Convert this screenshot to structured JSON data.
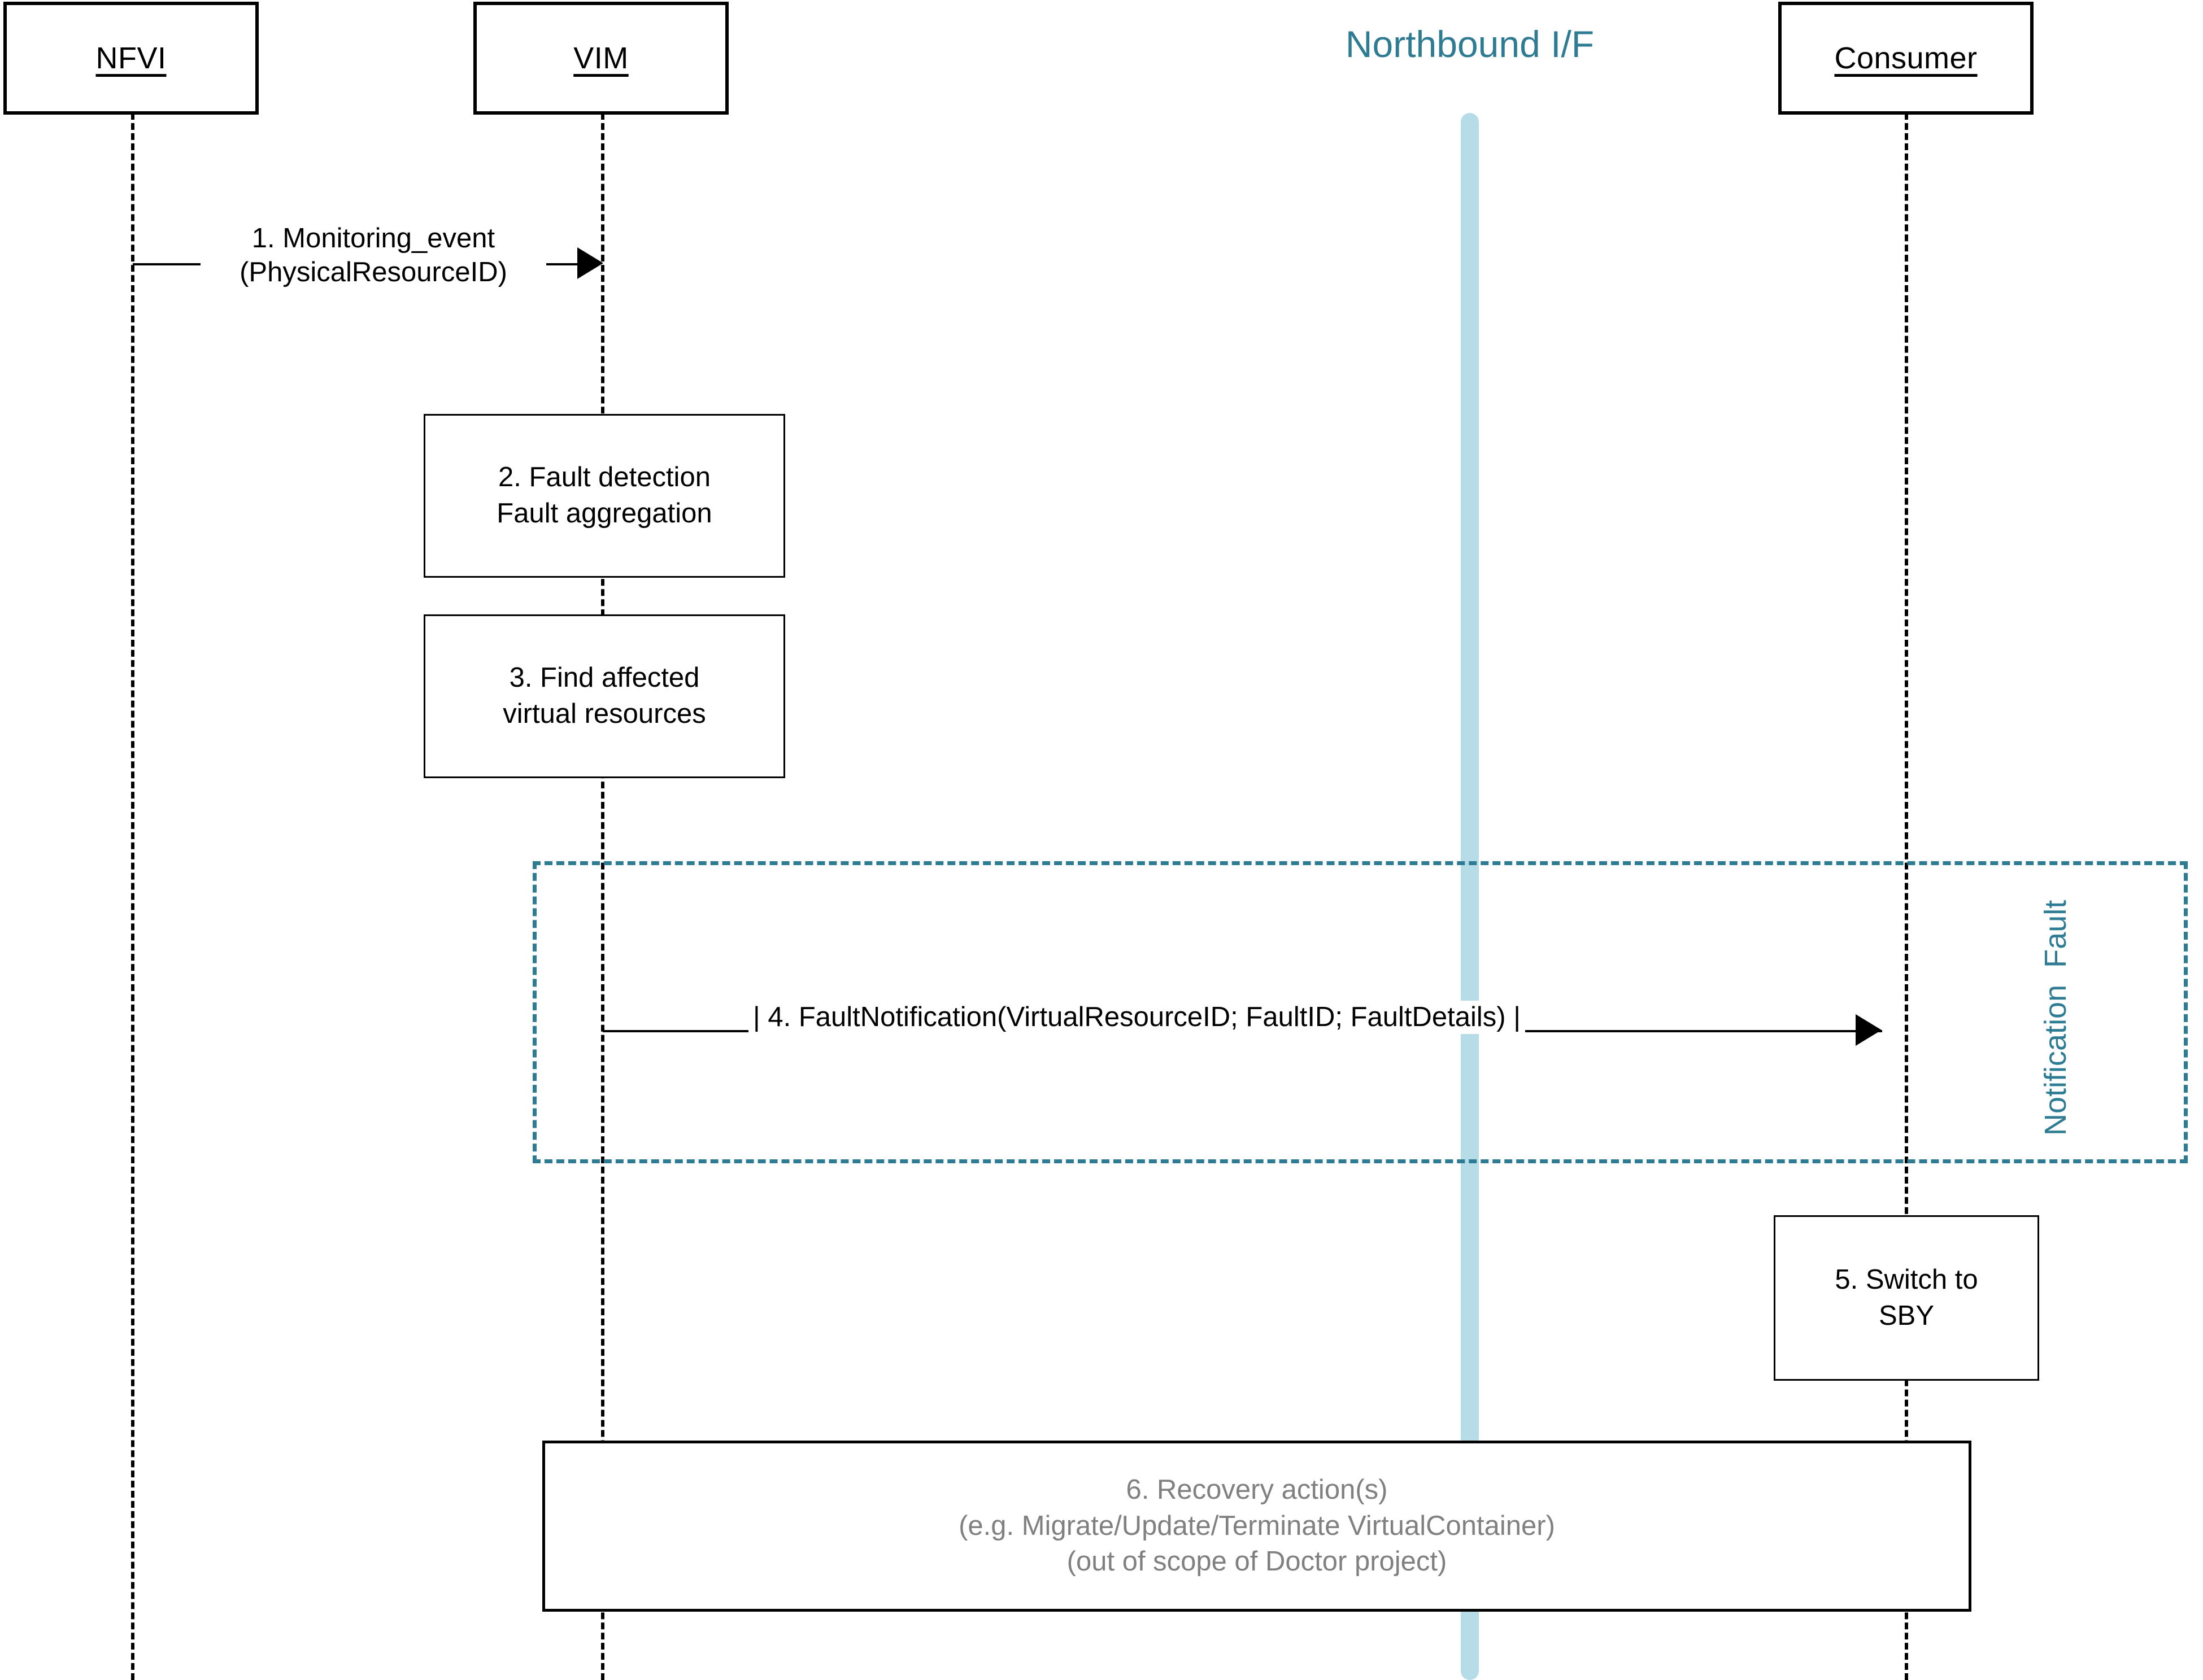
{
  "diagram": {
    "type": "sequence-diagram",
    "title": "Fault notification sequence"
  },
  "participants": [
    {
      "name": "nfvi",
      "label": "NFVI"
    },
    {
      "name": "vim",
      "label": "VIM"
    },
    {
      "name": "consumer",
      "label": "Consumer"
    }
  ],
  "interface": {
    "label": "Northbound I/F",
    "bar_color": "#B6DCE8",
    "text_color": "#2E7B94"
  },
  "messages": [
    {
      "id": "1",
      "from": "nfvi",
      "to": "vim",
      "lines": [
        "1. Monitoring_event",
        "(PhysicalResourceID)"
      ],
      "arrow": "solid-filled"
    },
    {
      "id": "4",
      "from": "vim",
      "to": "consumer",
      "text": "| 4. FaultNotification(VirtualResourceID; FaultID; FaultDetails) |",
      "arrow": "solid-filled"
    }
  ],
  "actions": [
    {
      "id": "2",
      "owner": "vim",
      "lines": [
        "2. Fault detection",
        "Fault aggregation"
      ],
      "color": "#000000"
    },
    {
      "id": "3",
      "owner": "vim",
      "lines": [
        "3. Find affected",
        "virtual resources"
      ],
      "color": "#000000"
    },
    {
      "id": "5",
      "owner": "consumer",
      "lines": [
        "5. Switch to",
        "SBY"
      ],
      "color": "#000000"
    },
    {
      "id": "6",
      "owner": "span",
      "lines": [
        "6. Recovery action(s)",
        "(e.g. Migrate/Update/Terminate VirtualContainer)",
        "(out of scope of Doctor project)"
      ],
      "color": "#808080"
    }
  ],
  "frames": [
    {
      "id": "fault-notification",
      "label_line_1": "Fault",
      "label_line_2": "Notification",
      "border_color": "#2E7B94",
      "style": "dashed"
    }
  ],
  "colors": {
    "accent_teal": "#2E7B94",
    "bar_light_blue": "#B6DCE8",
    "muted_gray": "#808080",
    "stroke_black": "#000000"
  }
}
